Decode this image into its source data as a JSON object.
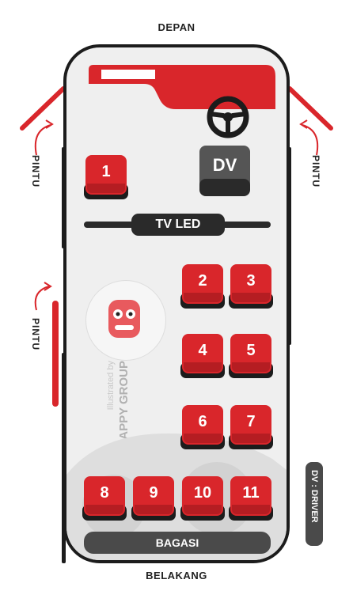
{
  "labels": {
    "front": "DEPAN",
    "back": "BELAKANG",
    "door": "PINTU",
    "tv": "TV LED",
    "baggage": "BAGASI",
    "driver_seat": "DV",
    "driver_legend": "DV : DRIVER",
    "watermark_line1": "Illustrated by",
    "watermark_line2": "HAPPY GROUP"
  },
  "seats": [
    "1",
    "2",
    "3",
    "4",
    "5",
    "6",
    "7",
    "8",
    "9",
    "10",
    "11"
  ],
  "colors": {
    "seat_red": "#d9262b",
    "dark": "#1c1c1c",
    "body": "#efefef"
  }
}
